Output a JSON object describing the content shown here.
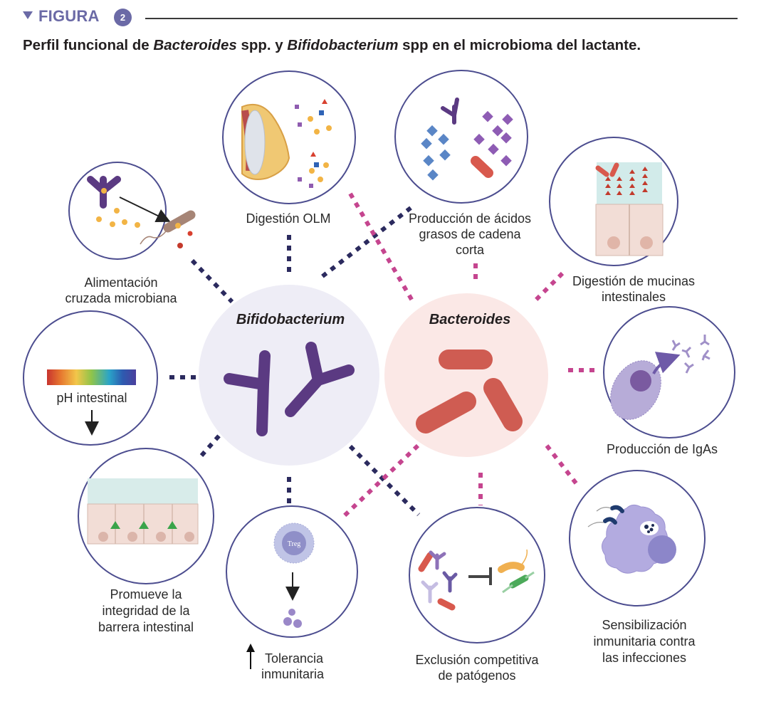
{
  "figure": {
    "label": "FIGURA",
    "number": "2",
    "title_parts": [
      "Perfil funcional de ",
      "Bacteroides",
      " spp. y ",
      "Bifidobacterium",
      " spp en el microbioma del lactante."
    ]
  },
  "centers": {
    "bifidobacterium": "Bifidobacterium",
    "bacteroides": "Bacteroides"
  },
  "colors": {
    "accent": "#6b6aa6",
    "bifido_connector": "#2b2a5e",
    "bacteroides_connector": "#c5458f",
    "bifido_bg": "#eeedf6",
    "bacteroides_bg": "#fbe8e6",
    "circle_stroke": "#4c4d8f",
    "bifido_cell": "#5b3a82",
    "bacteroides_cell": "#cf5c52"
  },
  "functions": {
    "cross_feeding": {
      "line1": "Alimentación",
      "line2": "cruzada microbiana",
      "organism": "Bifidobacterium"
    },
    "hmo_digestion": {
      "line1": "Digestión OLM",
      "organism": "Bifidobacterium"
    },
    "scfa": {
      "line1": "Producción de ácidos",
      "line2": "grasos de cadena",
      "line3": "corta",
      "organism": "Ambos"
    },
    "mucin": {
      "line1": "Digestión de mucinas",
      "line2": "intestinales",
      "organism": "Bacteroides"
    },
    "ph": {
      "line1": "pH intestinal",
      "organism": "Bifidobacterium"
    },
    "iga": {
      "line1": "Producción de IgAs",
      "organism": "Bacteroides"
    },
    "barrier": {
      "line1": "Promueve la",
      "line2": "integridad de la",
      "line3": "barrera intestinal",
      "organism": "Bifidobacterium"
    },
    "tolerance": {
      "line1": "Tolerancia",
      "line2": "inmunitaria",
      "cell_label": "Treg",
      "organism": "Bifidobacterium"
    },
    "exclusion": {
      "line1": "Exclusión competitiva",
      "line2": "de patógenos",
      "organism": "Ambos"
    },
    "sensitization": {
      "line1": "Sensibilización",
      "line2": "inmunitaria contra",
      "line3": "las infecciones",
      "organism": "Bacteroides"
    }
  },
  "icons": {
    "ph_arrow": "arrow-down",
    "tolerance_arrow": "arrow-up"
  }
}
